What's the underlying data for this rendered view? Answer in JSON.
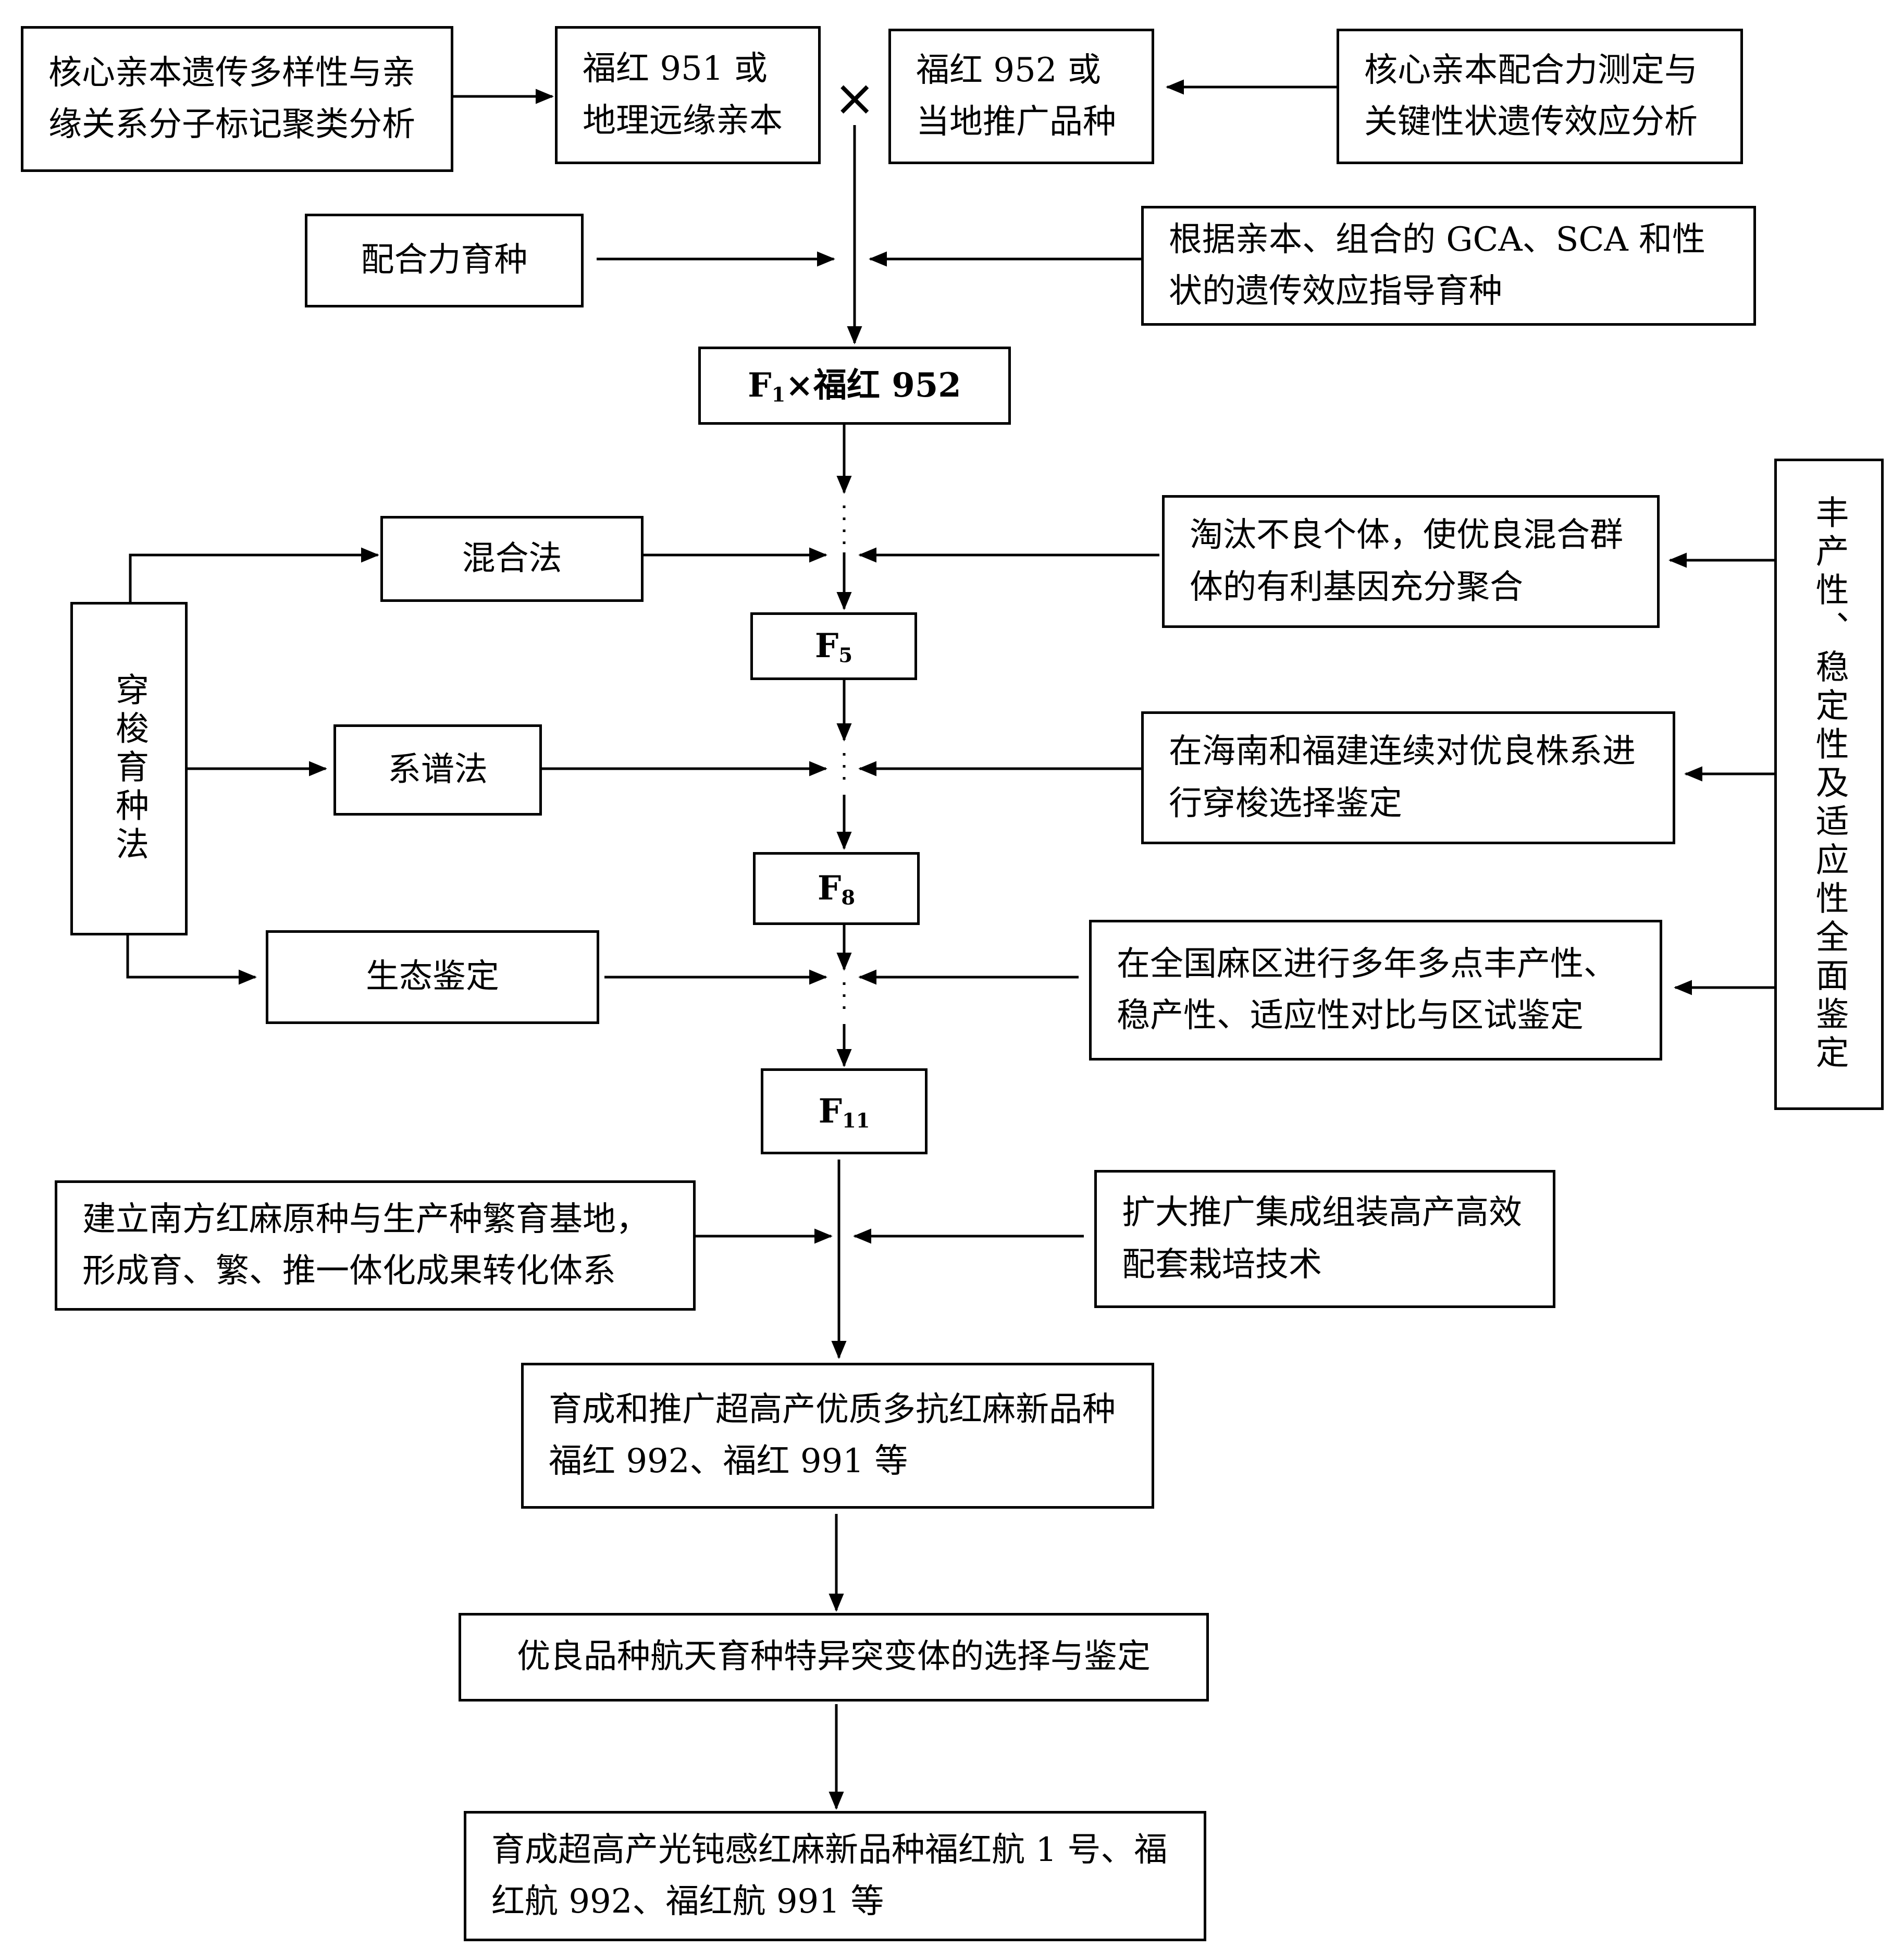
{
  "nodes": {
    "core_diversity": "核心亲本遗传多样性与亲缘关系分子标记聚类分析",
    "parent_fuhong951": "福红 951 或地理远缘亲本",
    "cross_symbol": "×",
    "parent_fuhong952": "福红 952 或当地推广品种",
    "combining_analysis": "核心亲本配合力测定与关键性状遗传效应分析",
    "combining_breeding": "配合力育种",
    "gca_sca_guidance": "根据亲本、组合的 GCA、SCA 和性状的遗传效应指导育种",
    "f1_backcross_prefix": "F",
    "f1_backcross_sub": "1",
    "f1_backcross_suffix": "×福红 952",
    "mixed_method": "混合法",
    "eliminate_individuals": "淘汰不良个体，使优良混合群体的有利基因充分聚合",
    "shuttle_breeding": "穿梭育种法",
    "f5_prefix": "F",
    "f5_sub": "5",
    "pedigree_method": "系谱法",
    "hainan_fujian": "在海南和福建连续对优良株系进行穿梭选择鉴定",
    "f8_prefix": "F",
    "f8_sub": "8",
    "eco_identification": "生态鉴定",
    "national_trials": "在全国麻区进行多年多点丰产性、稳产性、适应性对比与区试鉴定",
    "comprehensive_identification": "丰产性、稳定性及适应性全面鉴定",
    "f11_prefix": "F",
    "f11_sub": "11",
    "seed_base": "建立南方红麻原种与生产种繁育基地，形成育、繁、推一体化成果转化体系",
    "promote_techniques": "扩大推广集成组装高产高效配套栽培技术",
    "new_varieties": "育成和推广超高产优质多抗红麻新品种福红 992、福红 991 等",
    "space_mutants": "优良品种航天育种特异突变体的选择与鉴定",
    "final_varieties": "育成超高产光钝感红麻新品种福红航 1 号、福红航 992、福红航 991 等"
  }
}
